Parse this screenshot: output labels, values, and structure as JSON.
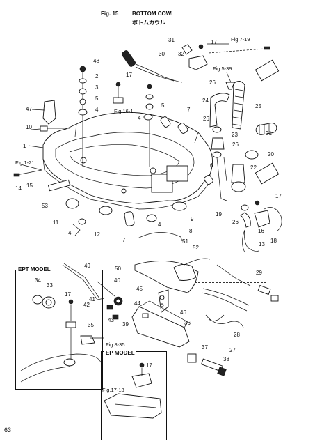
{
  "figure": {
    "number": "Fig. 15",
    "title_en": "BOTTOM COWL",
    "title_jp": "ボトムカウル"
  },
  "page_number": "63",
  "insets": {
    "ept_label": "EPT MODEL",
    "ep_label": "EP MODEL"
  },
  "parts": [
    "1",
    "2",
    "3",
    "4",
    "5",
    "6",
    "7",
    "8",
    "9",
    "10",
    "11",
    "12",
    "13",
    "14",
    "15",
    "16",
    "17",
    "18",
    "19",
    "20",
    "21",
    "22",
    "23",
    "24",
    "25",
    "26",
    "27",
    "28",
    "29",
    "30",
    "31",
    "32",
    "33",
    "34",
    "35",
    "36",
    "37",
    "38",
    "39",
    "40",
    "41",
    "42",
    "43",
    "44",
    "45",
    "46",
    "47",
    "48",
    "49",
    "50",
    "51",
    "52",
    "53"
  ],
  "references": [
    "Fig.7-19",
    "Fig.5-39",
    "Fig.16-1",
    "Fig.1-21",
    "Fig.8-35",
    "Fig.17-13"
  ]
}
